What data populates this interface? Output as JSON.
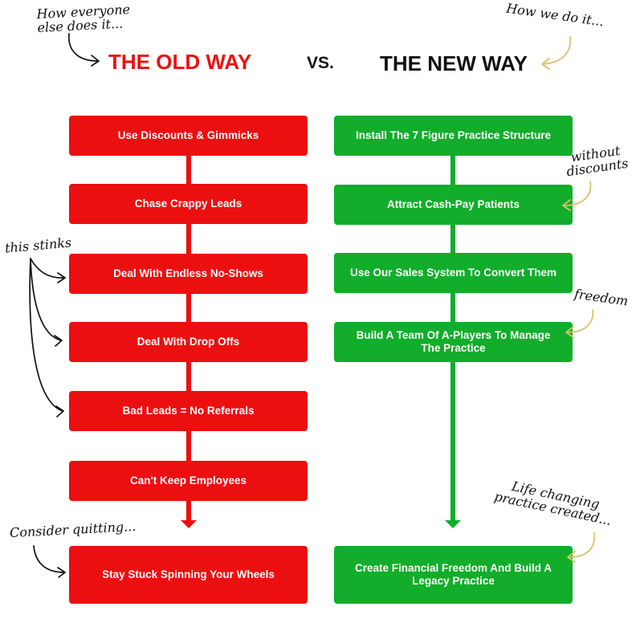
{
  "headings": {
    "old_way": "THE OLD WAY",
    "vs": "VS.",
    "new_way": "THE NEW WAY"
  },
  "notes": {
    "how_everyone": "How everyone\nelse does it...",
    "how_we_do": "How we do it...",
    "this_stinks": "this stinks",
    "without_discounts": "without\ndiscounts",
    "freedom": "freedom",
    "consider_quitting": "Consider quitting...",
    "life_changing": "Life changing\npractice created..."
  },
  "old_way_steps": [
    "Use Discounts & Gimmicks",
    "Chase Crappy Leads",
    "Deal With Endless No-Shows",
    "Deal With Drop Offs",
    "Bad Leads = No Referrals",
    "Can't Keep Employees",
    "Stay Stuck Spinning Your Wheels"
  ],
  "new_way_steps": [
    "Install The 7 Figure Practice Structure",
    "Attract Cash-Pay Patients",
    "Use Our Sales System To Convert Them",
    "Build A Team Of A-Players To Manage The Practice",
    "Create Financial Freedom And Build A Legacy Practice"
  ],
  "colors": {
    "old": "#ec0f10",
    "new": "#12ad2b",
    "ink": "#111111",
    "gold_arrow": "#d9c169"
  }
}
